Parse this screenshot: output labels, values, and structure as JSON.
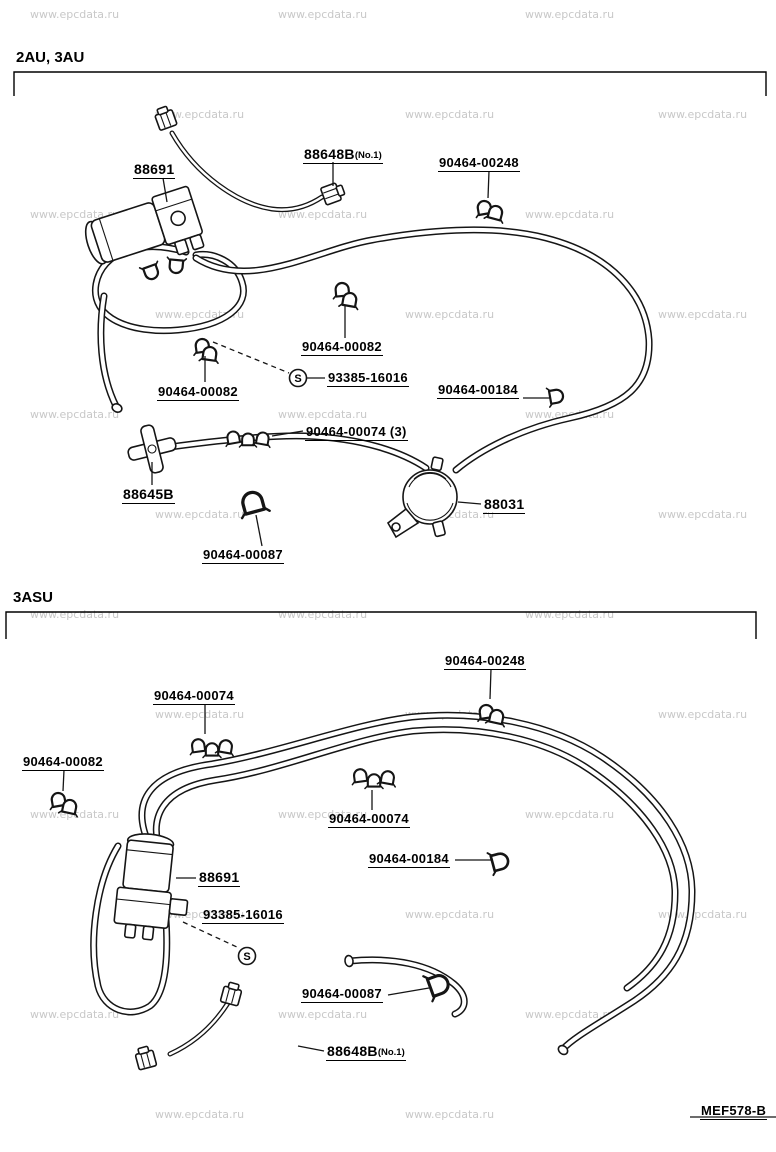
{
  "watermark": "www.epcdata.ru",
  "footer": {
    "code": "MEF578-B"
  },
  "symbols": {
    "s": "S"
  },
  "sections": {
    "top": {
      "title": "2AU, 3AU",
      "labels": {
        "l88691": "88691",
        "l88648b": "88648B",
        "l88648b_note": "(No.1)",
        "l00248": "90464-00248",
        "l00082c": "90464-00082",
        "l93385": "93385-16016",
        "l00082l": "90464-00082",
        "l00184": "90464-00184",
        "l00074": "90464-00074 (3)",
        "l88645b": "88645B",
        "l00087": "90464-00087",
        "l88031": "88031"
      }
    },
    "bottom": {
      "title": "3ASU",
      "labels": {
        "l00248": "90464-00248",
        "l00074a": "90464-00074",
        "l00082": "90464-00082",
        "l00074b": "90464-00074",
        "l00184": "90464-00184",
        "l88691": "88691",
        "l93385": "93385-16016",
        "l00087": "90464-00087",
        "l88648b": "88648B",
        "l88648b_note": "(No.1)"
      }
    }
  }
}
